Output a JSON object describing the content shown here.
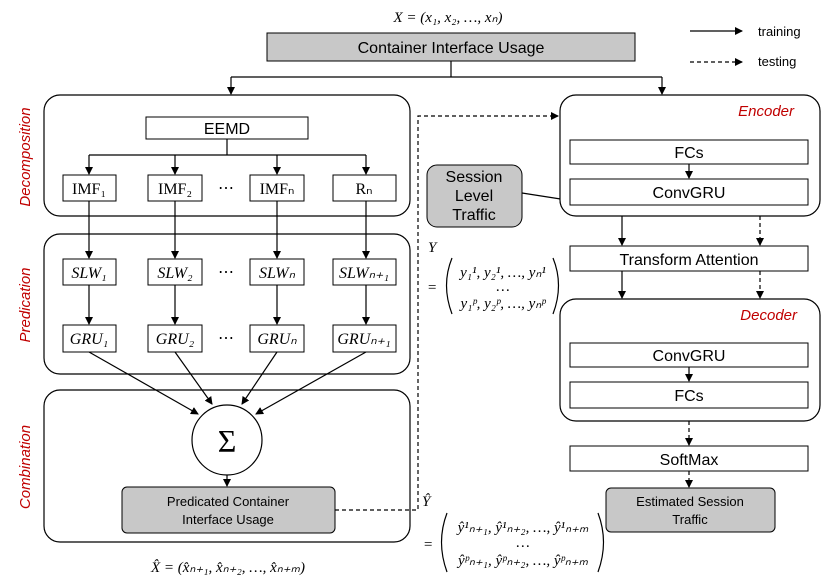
{
  "legend": {
    "training_label": "training",
    "testing_label": "testing"
  },
  "top": {
    "input_formula": "X = (x₁, x₂, …, xₙ)",
    "input_box_label": "Container Interface Usage"
  },
  "left": {
    "decomposition_label": "Decomposition",
    "predication_label": "Predication",
    "combination_label": "Combination",
    "eemd_label": "EEMD",
    "imf_nodes": [
      "IMF₁",
      "IMF₂",
      "IMFₙ",
      "Rₙ"
    ],
    "slw_nodes": [
      "SLW₁",
      "SLW₂",
      "SLWₙ",
      "SLWₙ₊₁"
    ],
    "gru_nodes": [
      "GRU₁",
      "GRU₂",
      "GRUₙ",
      "GRUₙ₊₁"
    ],
    "ellipsis": "⋯",
    "sum_symbol": "Σ",
    "output_box_line1": "Predicated Container",
    "output_box_line2": "Interface Usage",
    "output_formula": "X̂ = (x̂ₙ₊₁, x̂ₙ₊₂, …, x̂ₙ₊ₘ)"
  },
  "middle": {
    "session_line1": "Session",
    "session_line2": "Level",
    "session_line3": "Traffic",
    "y_symbol": "Y",
    "y_eq": "=",
    "y_row1": "y₁¹, y₂¹, …, yₙ¹",
    "y_dots": "…",
    "y_row2": "y₁ᵖ, y₂ᵖ, …, yₙᵖ",
    "yhat_symbol": "Ŷ",
    "yhat_eq": "=",
    "yhat_row1": "ŷ¹ₙ₊₁, ŷ¹ₙ₊₂, …, ŷ¹ₙ₊ₘ",
    "yhat_dots": "…",
    "yhat_row2": "ŷᵖₙ₊₁, ŷᵖₙ₊₂, …, ŷᵖₙ₊ₘ"
  },
  "right": {
    "encoder_label": "Encoder",
    "encoder_fcs": "FCs",
    "encoder_convgru": "ConvGRU",
    "attention_label": "Transform Attention",
    "decoder_label": "Decoder",
    "decoder_convgru": "ConvGRU",
    "decoder_fcs": "FCs",
    "softmax_label": "SoftMax",
    "estimated_line1": "Estimated Session",
    "estimated_line2": "Traffic"
  },
  "colors": {
    "gray_fill": "#c8c8c8",
    "accent_red": "#c00000"
  }
}
